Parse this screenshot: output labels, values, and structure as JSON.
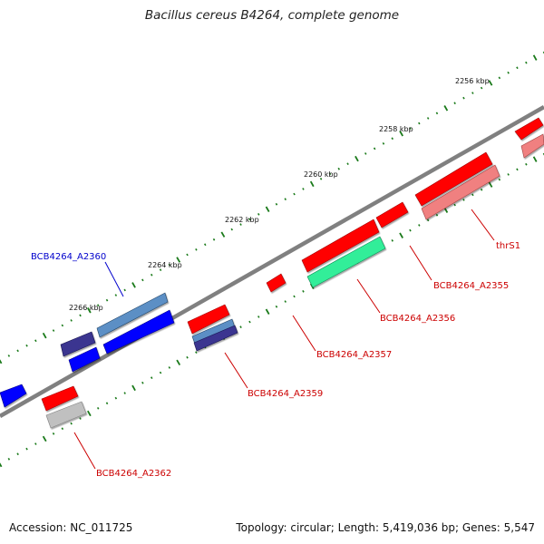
{
  "title": "Bacillus cereus B4264, complete genome",
  "footer": {
    "accession": "Accession: NC_011725",
    "summary": "Topology: circular; Length: 5,419,036 bp; Genes: 5,547"
  },
  "colors": {
    "backbone": "#808080",
    "tick": "#1a7a1a",
    "forward_label": "#0000cc",
    "reverse_label": "#cc0000"
  },
  "kbp_labels": [
    "2256 kbp",
    "2258 kbp",
    "2260 kbp",
    "2262 kbp",
    "2264 kbp",
    "2266 kbp"
  ],
  "gene_labels": [
    "BCB4264_A2360",
    "thrS1",
    "BCB4264_A2355",
    "BCB4264_A2356",
    "BCB4264_A2357",
    "BCB4264_A2359",
    "BCB4264_A2362"
  ]
}
